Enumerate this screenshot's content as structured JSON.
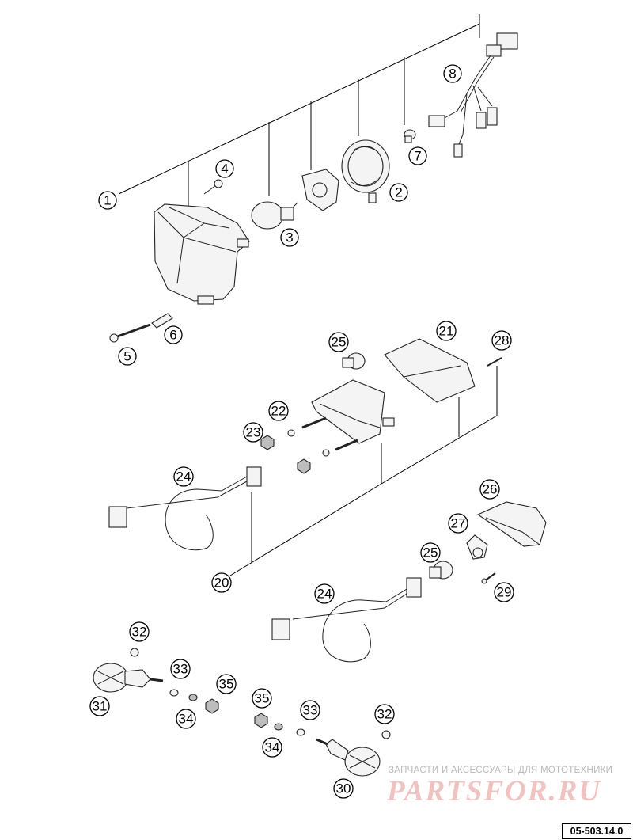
{
  "callouts": [
    {
      "label": "1"
    },
    {
      "label": "2"
    },
    {
      "label": "3"
    },
    {
      "label": "4"
    },
    {
      "label": "5"
    },
    {
      "label": "6"
    },
    {
      "label": "7"
    },
    {
      "label": "8"
    },
    {
      "label": "20"
    },
    {
      "label": "21"
    },
    {
      "label": "22"
    },
    {
      "label": "23"
    },
    {
      "label": "24"
    },
    {
      "label": "24"
    },
    {
      "label": "25"
    },
    {
      "label": "25"
    },
    {
      "label": "26"
    },
    {
      "label": "27"
    },
    {
      "label": "28"
    },
    {
      "label": "29"
    },
    {
      "label": "30"
    },
    {
      "label": "31"
    },
    {
      "label": "32"
    },
    {
      "label": "32"
    },
    {
      "label": "33"
    },
    {
      "label": "33"
    },
    {
      "label": "34"
    },
    {
      "label": "34"
    },
    {
      "label": "35"
    },
    {
      "label": "35"
    }
  ],
  "watermark": {
    "subtitle": "ЗАПЧАСТИ И АКСЕССУАРЫ ДЛЯ МОТОТЕХНИКИ",
    "brand": "PARTSFOR.RU"
  },
  "reference_code": "05-503.14.0"
}
